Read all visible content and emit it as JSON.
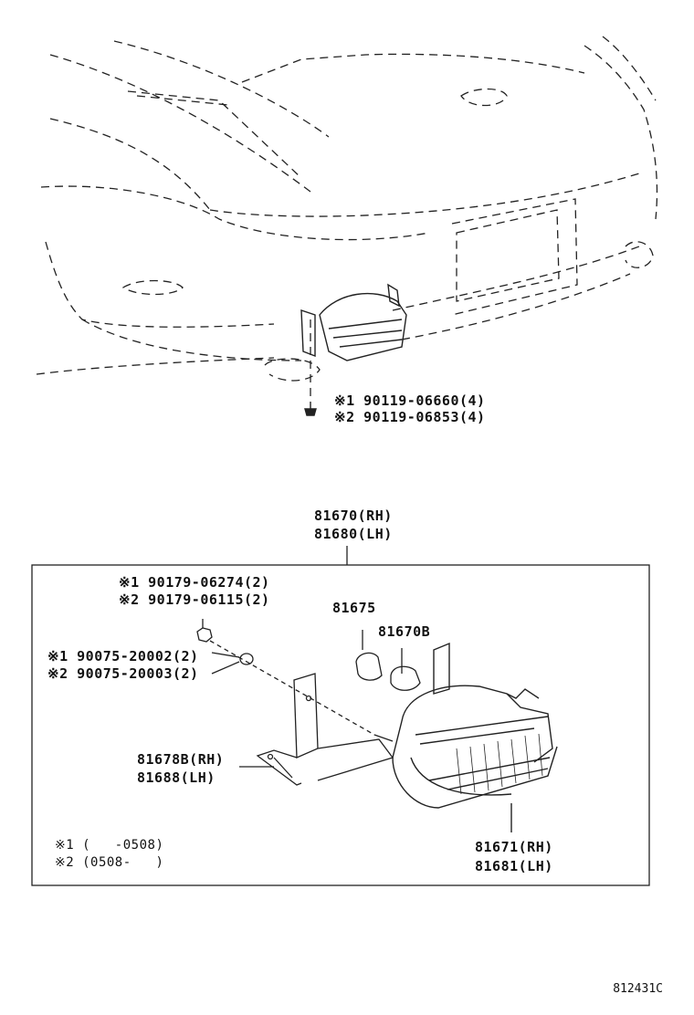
{
  "labels": {
    "screw_1": "※1 90119-06660(4)",
    "screw_2": "※2 90119-06853(4)",
    "assy_rh": "81670(RH)",
    "assy_lh": "81680(LH)",
    "nut_1": "※1 90179-06274(2)",
    "nut_2": "※2 90179-06115(2)",
    "washer_1": "※1 90075-20002(2)",
    "washer_2": "※2 90075-20003(2)",
    "socket": "81675",
    "bulb": "81670B",
    "bracket_rh": "81678B(RH)",
    "bracket_lh": "81688(LH)",
    "lens_rh": "81671(RH)",
    "lens_lh": "81681(LH)",
    "note_1": "※1 (   -0508)",
    "note_2": "※2 (0508-   )",
    "diagram_id": "812431C"
  }
}
